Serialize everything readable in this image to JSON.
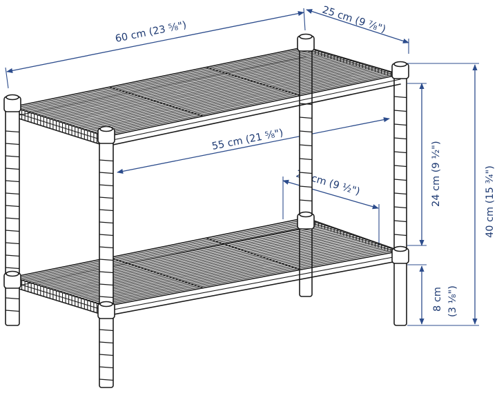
{
  "diagram": {
    "dimensions": {
      "top_width": "60 cm (23 ⅝\")",
      "top_depth": "25 cm (9 ⅞\")",
      "inner_width": "55 cm (21 ⅝\")",
      "inner_depth": "24 cm (9 ½\")",
      "shelf_gap": "24 cm (9 ½\")",
      "total_height": "40 cm (15 ¾\")",
      "leg_height_line1": "8 cm",
      "leg_height_line2": "(3 ⅛\")"
    },
    "colors": {
      "dimension": "#1f3b73",
      "drawing": "#1a1a1a"
    }
  }
}
